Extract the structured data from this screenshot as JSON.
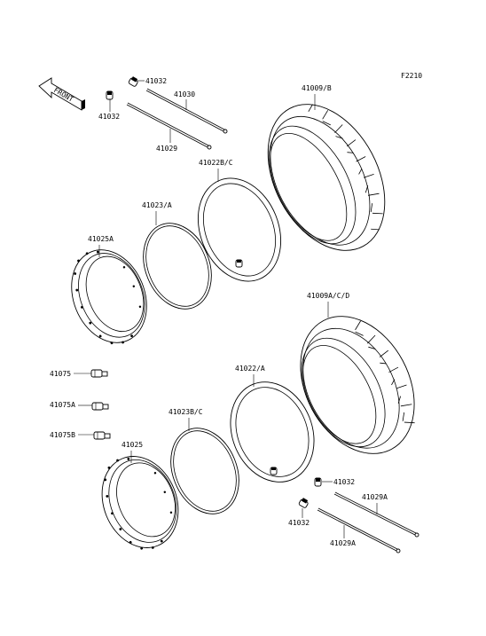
{
  "figure_code": "F2210",
  "front_label": "FRONT",
  "labels": {
    "p41032_a": "41032",
    "p41032_b": "41032",
    "p41030": "41030",
    "p41029": "41029",
    "p41009b": "41009/B",
    "p41022bc": "41022B/C",
    "p41023a": "41023/A",
    "p41025a": "41025A",
    "p41009acd": "41009A/C/D",
    "p41075": "41075",
    "p41075a": "41075A",
    "p41075b": "41075B",
    "p41022a": "41022/A",
    "p41023bc": "41023B/C",
    "p41025": "41025",
    "p41032_c": "41032",
    "p41032_d": "41032",
    "p41029a_top": "41029A",
    "p41029a_bot": "41029A"
  }
}
